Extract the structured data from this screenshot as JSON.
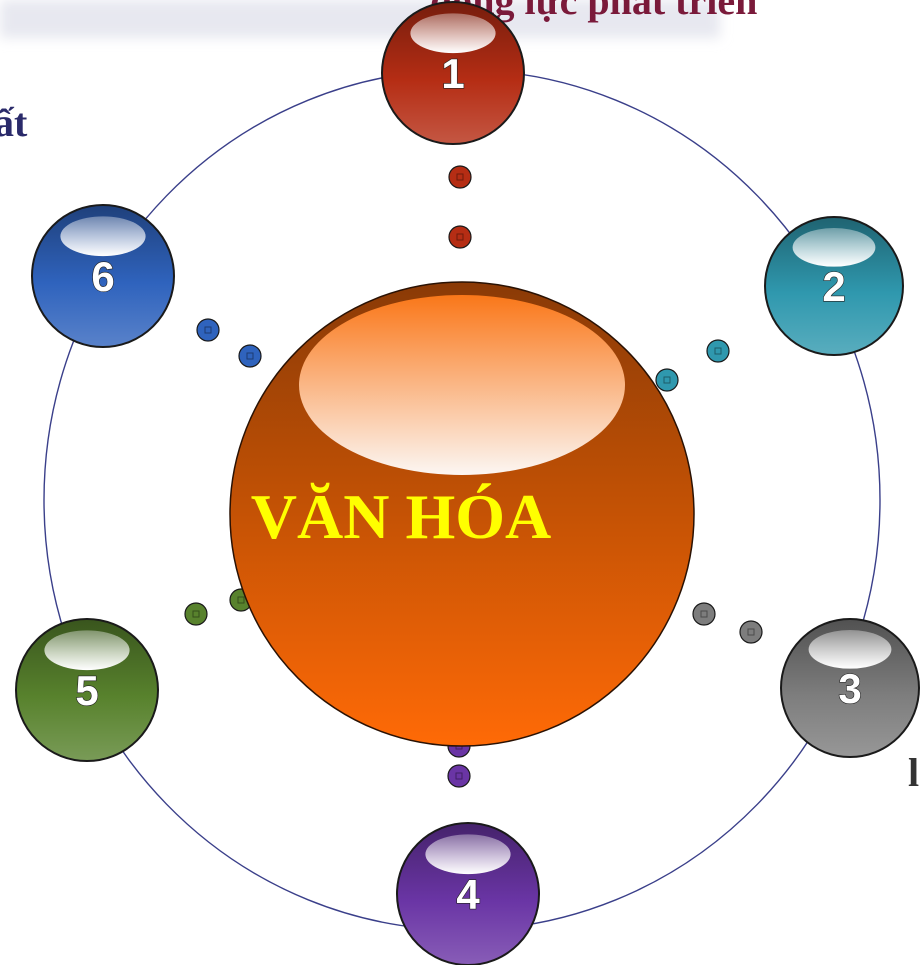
{
  "center": {
    "label": "VĂN HÓA"
  },
  "fragments": {
    "top_title": "động lực phát triển",
    "left_word": "ất",
    "right_letter": "l"
  },
  "nodes": [
    {
      "label": "1",
      "color": "#b52d14"
    },
    {
      "label": "2",
      "color": "#2f98ae"
    },
    {
      "label": "3",
      "color": "#7d7d7d"
    },
    {
      "label": "4",
      "color": "#6a35a5"
    },
    {
      "label": "5",
      "color": "#58822d"
    },
    {
      "label": "6",
      "color": "#2f63bd"
    }
  ],
  "colors": {
    "ring": "#3a3f8a",
    "center_top": "#8a3a06",
    "center_bottom": "#ff6a06",
    "title_fragment": "#7a1a3a",
    "left_fragment": "#2a2a6a"
  }
}
